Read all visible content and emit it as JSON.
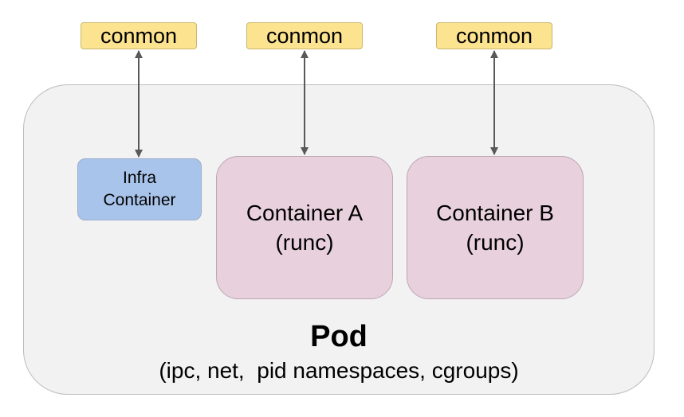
{
  "conmon_labels": [
    "conmon",
    "conmon",
    "conmon"
  ],
  "infra": {
    "line1": "Infra",
    "line2": "Container"
  },
  "container_a": {
    "line1": "Container A",
    "line2": "(runc)"
  },
  "container_b": {
    "line1": "Container B",
    "line2": "(runc)"
  },
  "pod": {
    "title": "Pod",
    "subtitle": "(ipc, net,  pid namespaces, cgroups)"
  },
  "colors": {
    "conmon_fill": "#fce38f",
    "infra_fill": "#a9c4eb",
    "container_fill": "#e8d1dc",
    "pod_fill": "#f2f2f2",
    "arrow": "#595959"
  }
}
